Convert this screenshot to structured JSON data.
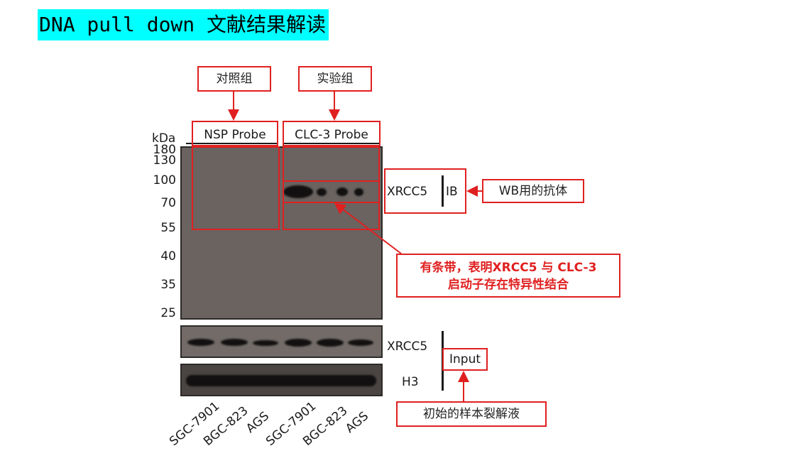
{
  "title": "DNA pull down 文献结果解读",
  "annotations": {
    "control_group": "对照组",
    "experimental_group": "实验组",
    "wb_antibody": "WB用的抗体",
    "conclusion_line1": "有条带，表明XRCC5 与 CLC-3",
    "conclusion_line2": "启动子存在特异性结合",
    "lysate": "初始的样本裂解液"
  },
  "blot": {
    "kda_label": "kDa",
    "markers": [
      "180",
      "130",
      "100",
      "70",
      "55",
      "40",
      "35",
      "25"
    ],
    "probes": [
      "NSP Probe",
      "CLC-3 Probe"
    ],
    "lanes": [
      "SGC-7901",
      "BGC-823",
      "AGS",
      "SGC-7901",
      "BGC-823",
      "AGS"
    ],
    "ib_target": "XRCC5",
    "ib_label": "IB",
    "input_targets": [
      "XRCC5",
      "H3"
    ],
    "input_label": "Input"
  },
  "colors": {
    "title_highlight": "#00ffff",
    "annotation_red": "#e02020",
    "conclusion_text": "#e02020"
  }
}
